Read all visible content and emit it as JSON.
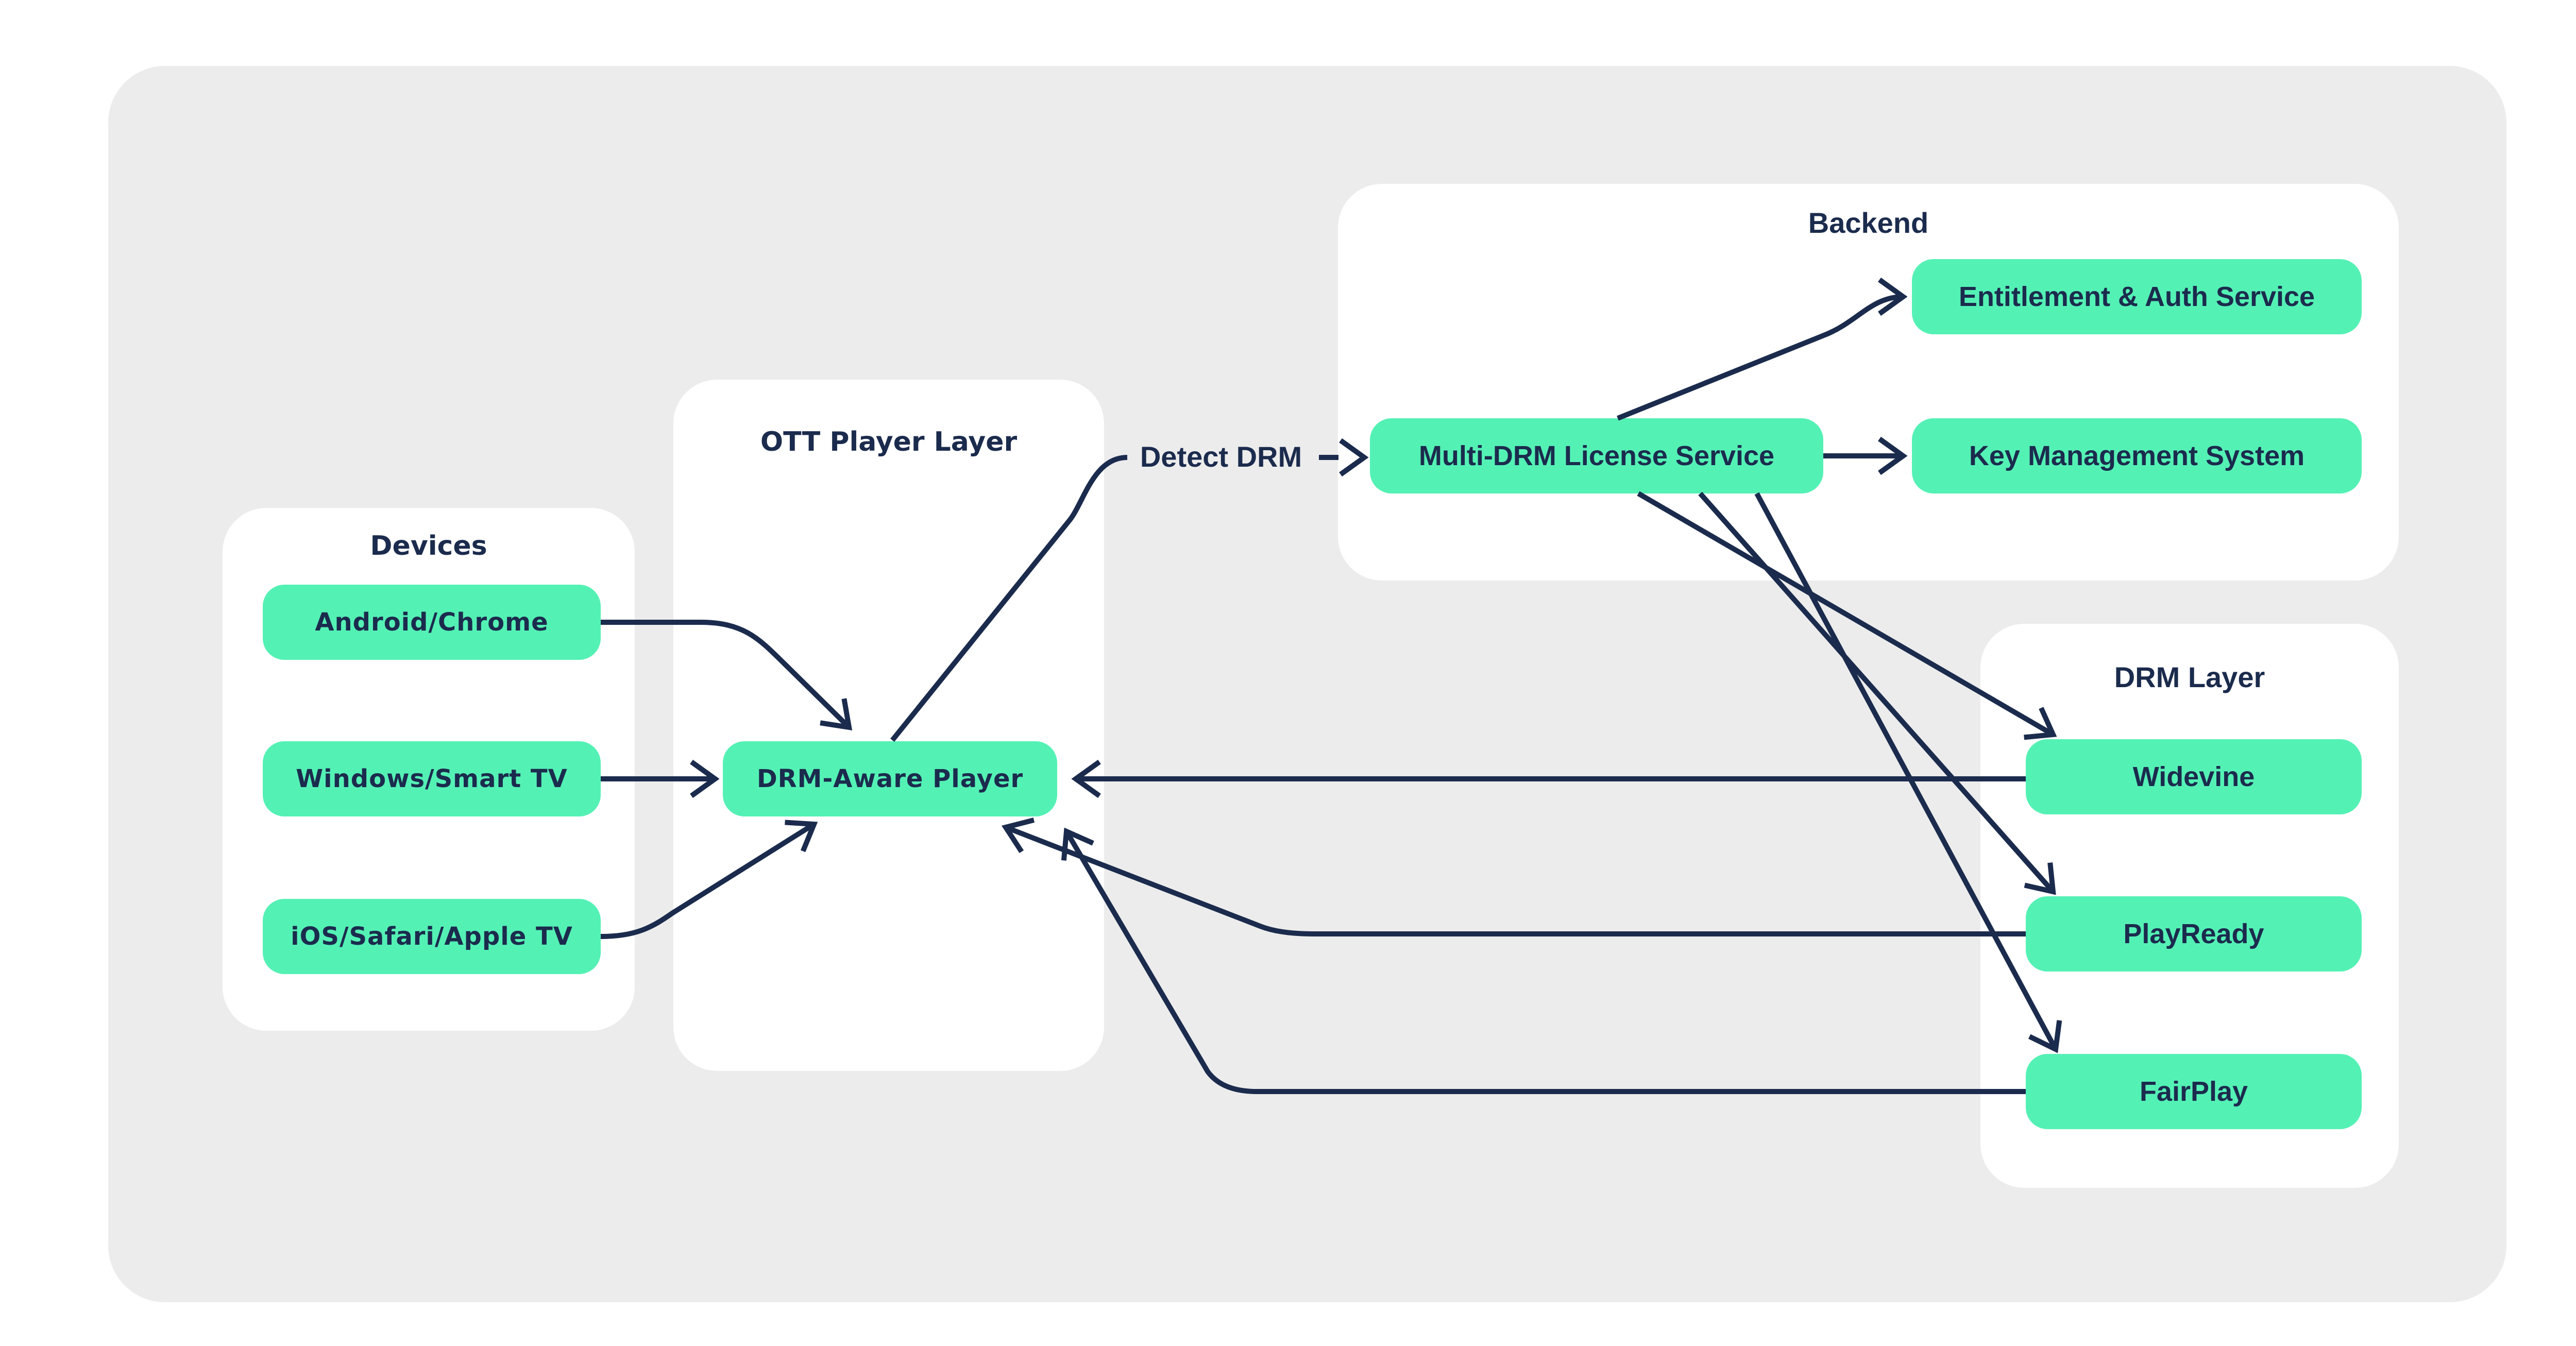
{
  "diagram": {
    "colors": {
      "page_background": "#ffffff",
      "panel_background": "#ececec",
      "group_background": "#ffffff",
      "node_background": "#54f1b5",
      "line": "#1b2b4d",
      "text": "#1b2b4d"
    },
    "groups": {
      "devices": {
        "title": "Devices"
      },
      "ott": {
        "title": "OTT Player Layer"
      },
      "backend": {
        "title": "Backend"
      },
      "drm": {
        "title": "DRM Layer"
      }
    },
    "nodes": {
      "android": {
        "label": "Android/Chrome"
      },
      "windows": {
        "label": "Windows/Smart TV"
      },
      "ios": {
        "label": "iOS/Safari/Apple TV"
      },
      "player": {
        "label": "DRM-Aware Player"
      },
      "license": {
        "label": "Multi-DRM License Service"
      },
      "entitlement": {
        "label": "Entitlement & Auth Service"
      },
      "kms": {
        "label": "Key Management System"
      },
      "widevine": {
        "label": "Widevine"
      },
      "playready": {
        "label": "PlayReady"
      },
      "fairplay": {
        "label": "FairPlay"
      }
    },
    "edge_labels": {
      "detect_drm": "Detect DRM"
    },
    "edges": [
      {
        "from": "android",
        "to": "player"
      },
      {
        "from": "windows",
        "to": "player"
      },
      {
        "from": "ios",
        "to": "player"
      },
      {
        "from": "player",
        "to": "license",
        "label": "Detect DRM"
      },
      {
        "from": "license",
        "to": "entitlement"
      },
      {
        "from": "license",
        "to": "kms"
      },
      {
        "from": "license",
        "to": "widevine"
      },
      {
        "from": "license",
        "to": "playready"
      },
      {
        "from": "license",
        "to": "fairplay"
      },
      {
        "from": "widevine",
        "to": "player"
      },
      {
        "from": "playready",
        "to": "player"
      },
      {
        "from": "fairplay",
        "to": "player"
      }
    ]
  }
}
